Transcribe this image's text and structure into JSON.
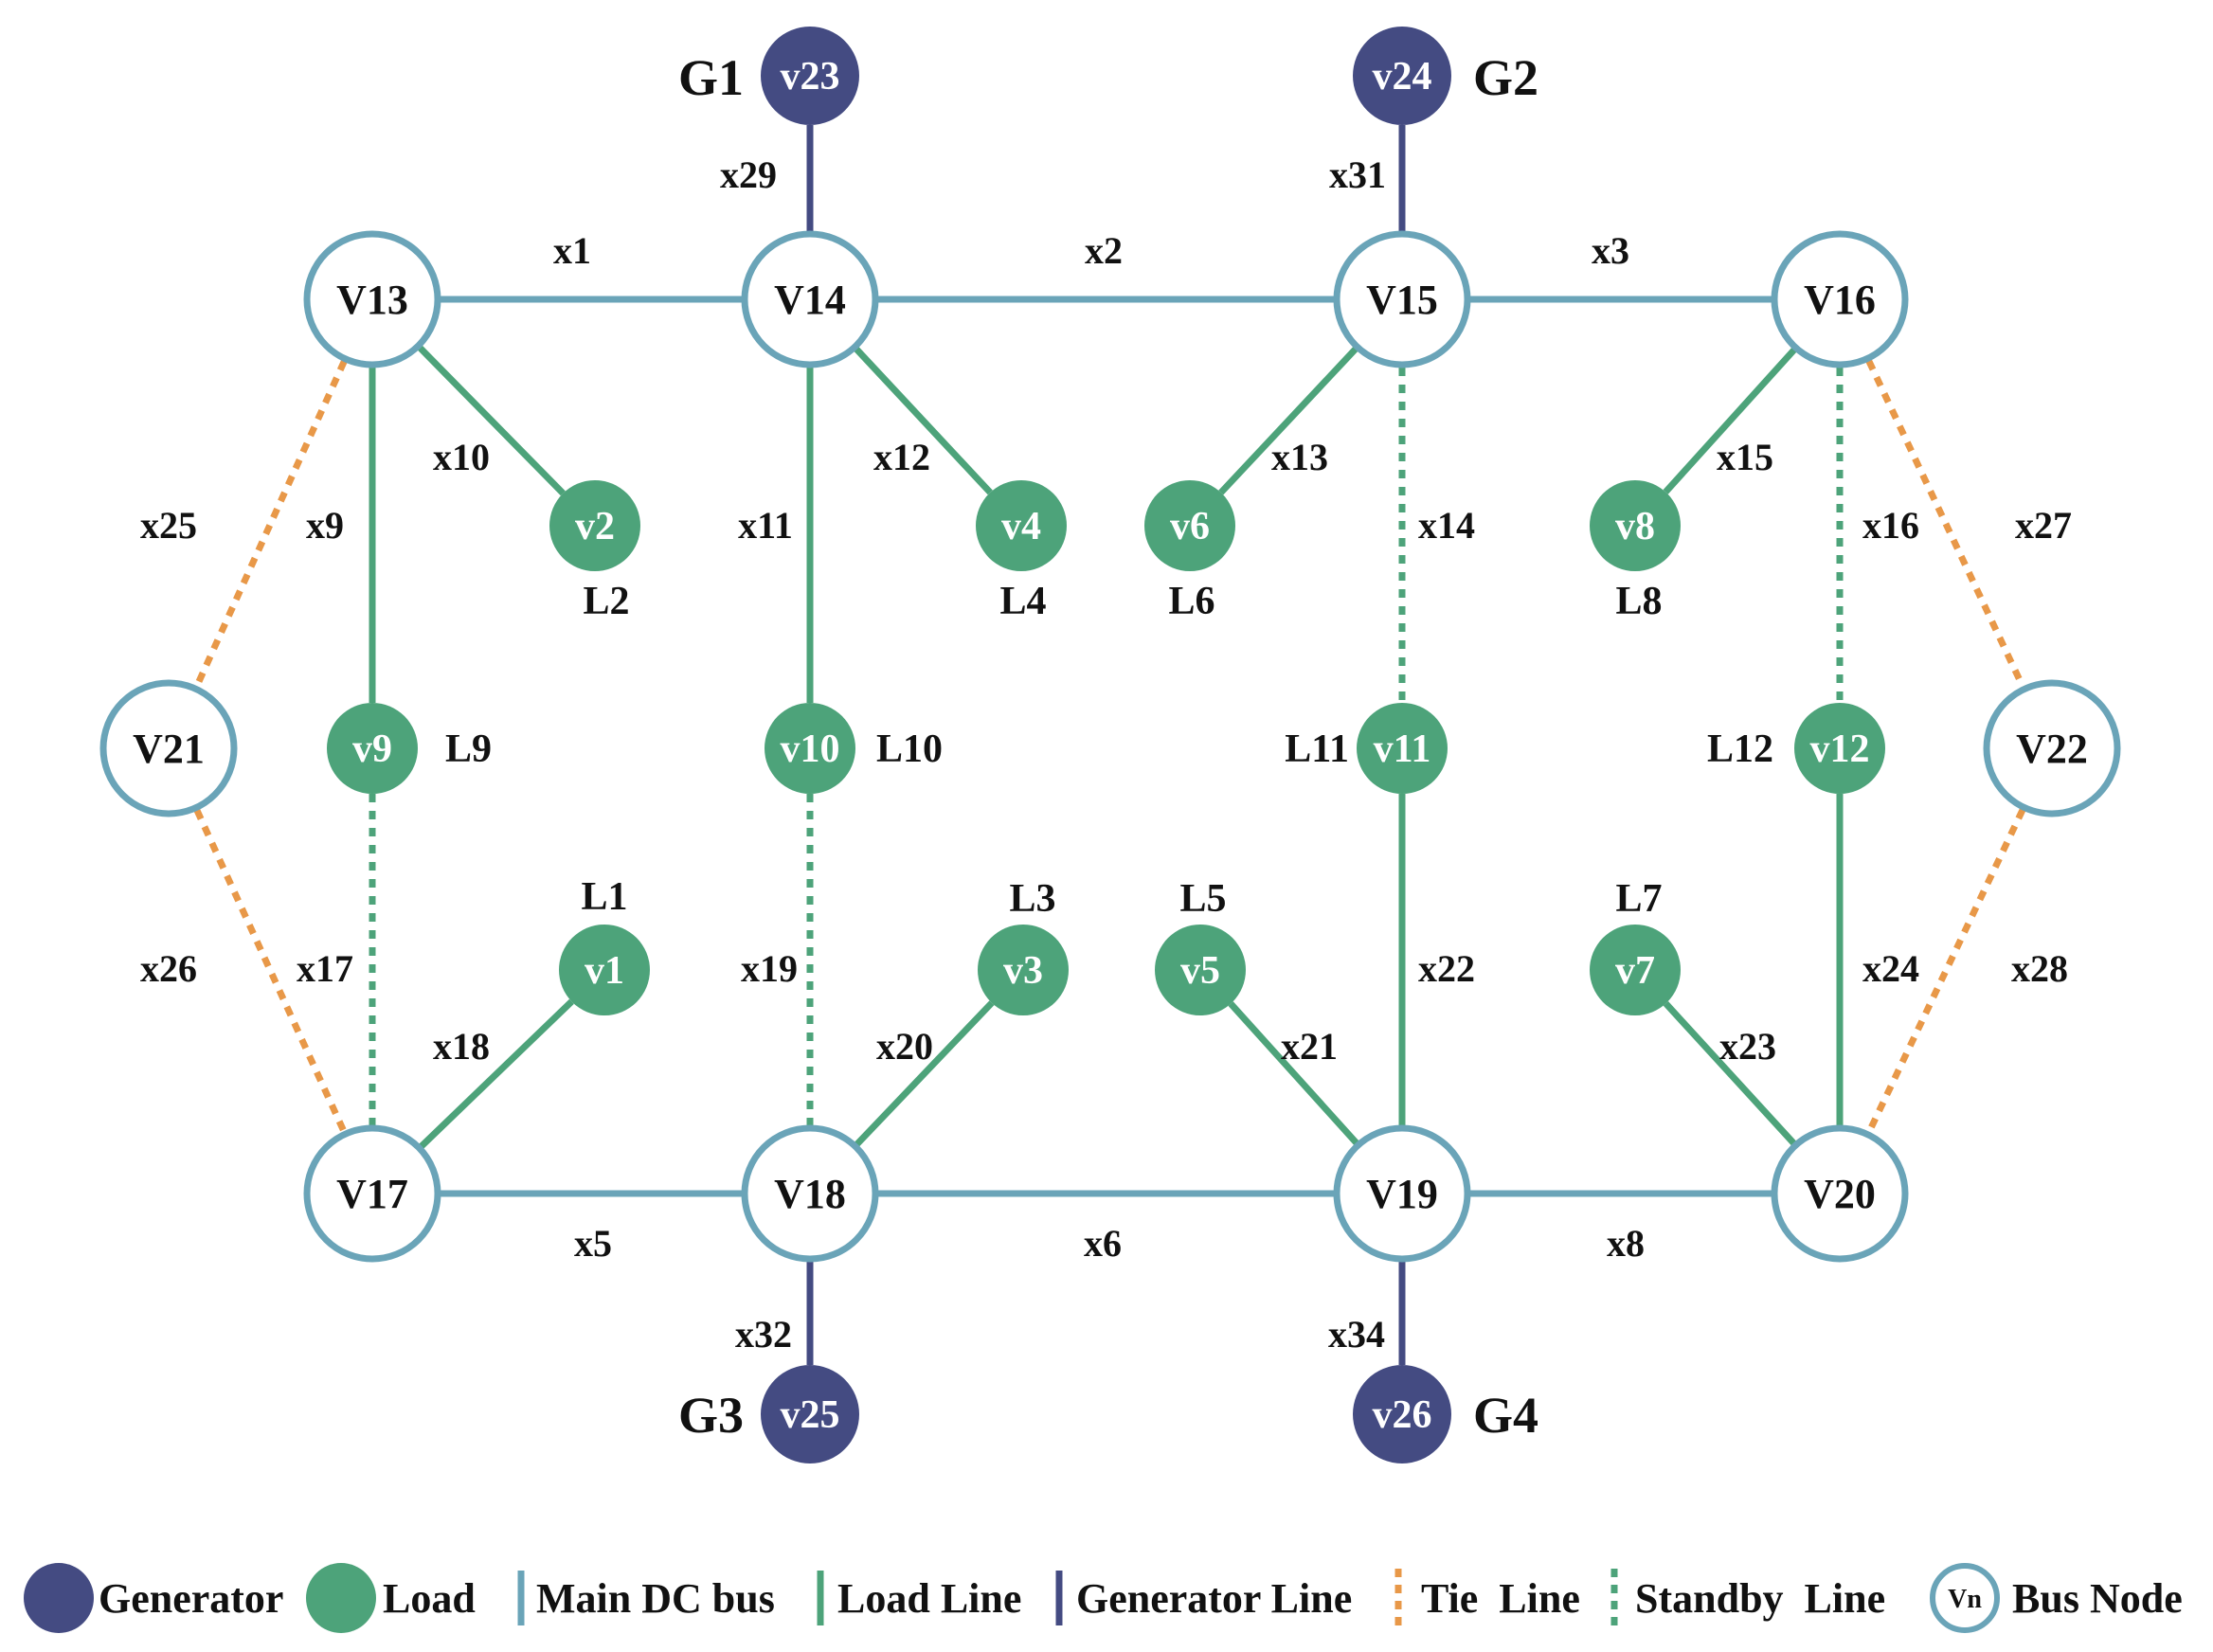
{
  "colors": {
    "main_bus": "#6aa4b8",
    "load": "#4da37a",
    "generator": "#444b82",
    "tie": "#e89848",
    "text": "#111111",
    "node_text_light": "#ffffff",
    "background": "#ffffff"
  },
  "nodes": [
    {
      "id": "V13",
      "label": "V13",
      "kind": "bus"
    },
    {
      "id": "V14",
      "label": "V14",
      "kind": "bus"
    },
    {
      "id": "V15",
      "label": "V15",
      "kind": "bus"
    },
    {
      "id": "V16",
      "label": "V16",
      "kind": "bus"
    },
    {
      "id": "V17",
      "label": "V17",
      "kind": "bus"
    },
    {
      "id": "V18",
      "label": "V18",
      "kind": "bus"
    },
    {
      "id": "V19",
      "label": "V19",
      "kind": "bus"
    },
    {
      "id": "V20",
      "label": "V20",
      "kind": "bus"
    },
    {
      "id": "V21",
      "label": "V21",
      "kind": "bus"
    },
    {
      "id": "V22",
      "label": "V22",
      "kind": "bus"
    },
    {
      "id": "v1",
      "label": "v1",
      "kind": "load",
      "tag": "L1"
    },
    {
      "id": "v2",
      "label": "v2",
      "kind": "load",
      "tag": "L2"
    },
    {
      "id": "v3",
      "label": "v3",
      "kind": "load",
      "tag": "L3"
    },
    {
      "id": "v4",
      "label": "v4",
      "kind": "load",
      "tag": "L4"
    },
    {
      "id": "v5",
      "label": "v5",
      "kind": "load",
      "tag": "L5"
    },
    {
      "id": "v6",
      "label": "v6",
      "kind": "load",
      "tag": "L6"
    },
    {
      "id": "v7",
      "label": "v7",
      "kind": "load",
      "tag": "L7"
    },
    {
      "id": "v8",
      "label": "v8",
      "kind": "load",
      "tag": "L8"
    },
    {
      "id": "v9",
      "label": "v9",
      "kind": "load",
      "tag": "L9"
    },
    {
      "id": "v10",
      "label": "v10",
      "kind": "load",
      "tag": "L10"
    },
    {
      "id": "v11",
      "label": "v11",
      "kind": "load",
      "tag": "L11"
    },
    {
      "id": "v12",
      "label": "v12",
      "kind": "load",
      "tag": "L12"
    },
    {
      "id": "v23",
      "label": "v23",
      "kind": "generator",
      "tag": "G1"
    },
    {
      "id": "v24",
      "label": "v24",
      "kind": "generator",
      "tag": "G2"
    },
    {
      "id": "v25",
      "label": "v25",
      "kind": "generator",
      "tag": "G3"
    },
    {
      "id": "v26",
      "label": "v26",
      "kind": "generator",
      "tag": "G4"
    }
  ],
  "edges": [
    {
      "label": "x1",
      "from": "V13",
      "to": "V14",
      "kind": "main"
    },
    {
      "label": "x2",
      "from": "V14",
      "to": "V15",
      "kind": "main"
    },
    {
      "label": "x3",
      "from": "V15",
      "to": "V16",
      "kind": "main"
    },
    {
      "label": "x5",
      "from": "V17",
      "to": "V18",
      "kind": "main"
    },
    {
      "label": "x6",
      "from": "V18",
      "to": "V19",
      "kind": "main"
    },
    {
      "label": "x8",
      "from": "V19",
      "to": "V20",
      "kind": "main"
    },
    {
      "label": "x9",
      "from": "V13",
      "to": "v9",
      "kind": "load"
    },
    {
      "label": "x10",
      "from": "V13",
      "to": "v2",
      "kind": "load"
    },
    {
      "label": "x11",
      "from": "V14",
      "to": "v10",
      "kind": "load"
    },
    {
      "label": "x12",
      "from": "V14",
      "to": "v4",
      "kind": "load"
    },
    {
      "label": "x13",
      "from": "V15",
      "to": "v6",
      "kind": "load"
    },
    {
      "label": "x14",
      "from": "V15",
      "to": "v11",
      "kind": "standby"
    },
    {
      "label": "x15",
      "from": "V16",
      "to": "v8",
      "kind": "load"
    },
    {
      "label": "x16",
      "from": "V16",
      "to": "v12",
      "kind": "standby"
    },
    {
      "label": "x17",
      "from": "v9",
      "to": "V17",
      "kind": "standby"
    },
    {
      "label": "x18",
      "from": "V17",
      "to": "v1",
      "kind": "load"
    },
    {
      "label": "x19",
      "from": "v10",
      "to": "V18",
      "kind": "standby"
    },
    {
      "label": "x20",
      "from": "V18",
      "to": "v3",
      "kind": "load"
    },
    {
      "label": "x21",
      "from": "v5",
      "to": "V19",
      "kind": "load"
    },
    {
      "label": "x22",
      "from": "v11",
      "to": "V19",
      "kind": "load"
    },
    {
      "label": "x23",
      "from": "v7",
      "to": "V20",
      "kind": "load"
    },
    {
      "label": "x24",
      "from": "v12",
      "to": "V20",
      "kind": "load"
    },
    {
      "label": "x25",
      "from": "V13",
      "to": "V21",
      "kind": "tie"
    },
    {
      "label": "x26",
      "from": "V21",
      "to": "V17",
      "kind": "tie"
    },
    {
      "label": "x27",
      "from": "V16",
      "to": "V22",
      "kind": "tie"
    },
    {
      "label": "x28",
      "from": "V22",
      "to": "V20",
      "kind": "tie"
    },
    {
      "label": "x29",
      "from": "v23",
      "to": "V14",
      "kind": "generator"
    },
    {
      "label": "x31",
      "from": "v24",
      "to": "V15",
      "kind": "generator"
    },
    {
      "label": "x32",
      "from": "V18",
      "to": "v25",
      "kind": "generator"
    },
    {
      "label": "x34",
      "from": "V19",
      "to": "v26",
      "kind": "generator"
    }
  ],
  "legend": {
    "generator": "Generator",
    "load": "Load",
    "main_bus": "Main DC bus",
    "load_line": "Load Line",
    "generator_line": "Generator Line",
    "tie_line": "Tie  Line",
    "standby_line": "Standby  Line",
    "bus_node_symbol": "Vn",
    "bus_node": "Bus Node"
  }
}
